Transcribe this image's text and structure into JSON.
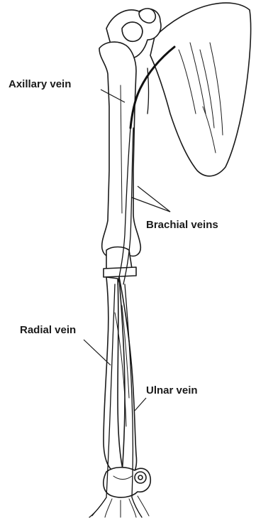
{
  "labels": {
    "axillary": "Axillary vein",
    "brachial": "Brachial veins",
    "radial": "Radial vein",
    "ulnar": "Ulnar vein"
  }
}
